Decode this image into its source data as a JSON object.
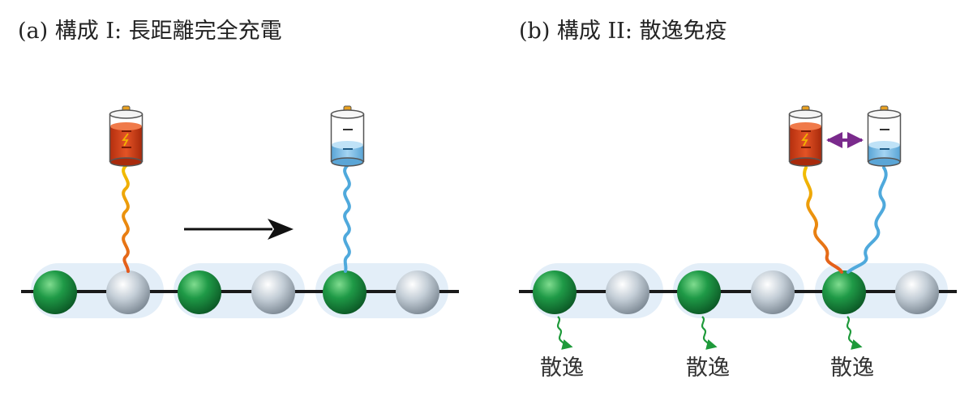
{
  "panels": {
    "a": {
      "title": "(a) 構成 I: 長距離完全充電"
    },
    "b": {
      "title": "(b) 構成 II: 散逸免疫",
      "scatter_labels": [
        "散逸",
        "散逸",
        "散逸"
      ]
    }
  },
  "colors": {
    "green_atom": "#1f9a47",
    "gray_atom": "#c3cdd6",
    "chain_line": "#1a1a1a",
    "cell_highlight": "#e3eef8",
    "battery_charged": "#d9441c",
    "battery_empty": "#7dbce6",
    "wave_blue": "#4fa9dc",
    "wave_gradient": [
      "#f2c200",
      "#e3591c"
    ],
    "arrow_black": "#111111",
    "arrow_purple": "#7a2a8c",
    "decay_green": "#1e9a3a"
  }
}
